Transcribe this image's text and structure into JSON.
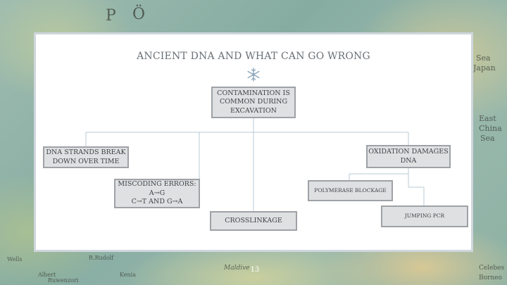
{
  "slide": {
    "title": "ANCIENT DNA AND WHAT CAN GO WRONG",
    "page_number": "13"
  },
  "diagram": {
    "root": "CONTAMINATION IS\nCOMMON DURING\nEXCAVATION",
    "nodes": {
      "strands": "DNA STRANDS BREAK\nDOWN OVER TIME",
      "oxidation": "OXIDATION DAMAGES\nDNA",
      "miscoding": "MISCODING ERRORS:\nA→G\nC→T AND G→A",
      "polymerase": "POLYMERASE BLOCKAGE",
      "crosslinkage": "CROSSLINKAGE",
      "jumping": "JUMPING PCR"
    },
    "edges": [
      [
        "root",
        "strands"
      ],
      [
        "root",
        "miscoding"
      ],
      [
        "root",
        "crosslinkage"
      ],
      [
        "root",
        "oxidation"
      ],
      [
        "oxidation",
        "polymerase"
      ],
      [
        "oxidation",
        "jumping"
      ]
    ]
  },
  "colors": {
    "box_fill": "#dfe0e1",
    "box_border": "#9ea2a6",
    "connector": "#b7cbd6",
    "accent_icon": "#8fa7bb"
  },
  "background": {
    "map_labels": [
      "P",
      "Ö",
      "Sea",
      "Japan",
      "East",
      "China",
      "Sea",
      "Wells",
      "R.Rudolf",
      "Maldive",
      "Celebes",
      "Borneo",
      "Albert",
      "Kenia",
      "Ruwenzori"
    ]
  }
}
